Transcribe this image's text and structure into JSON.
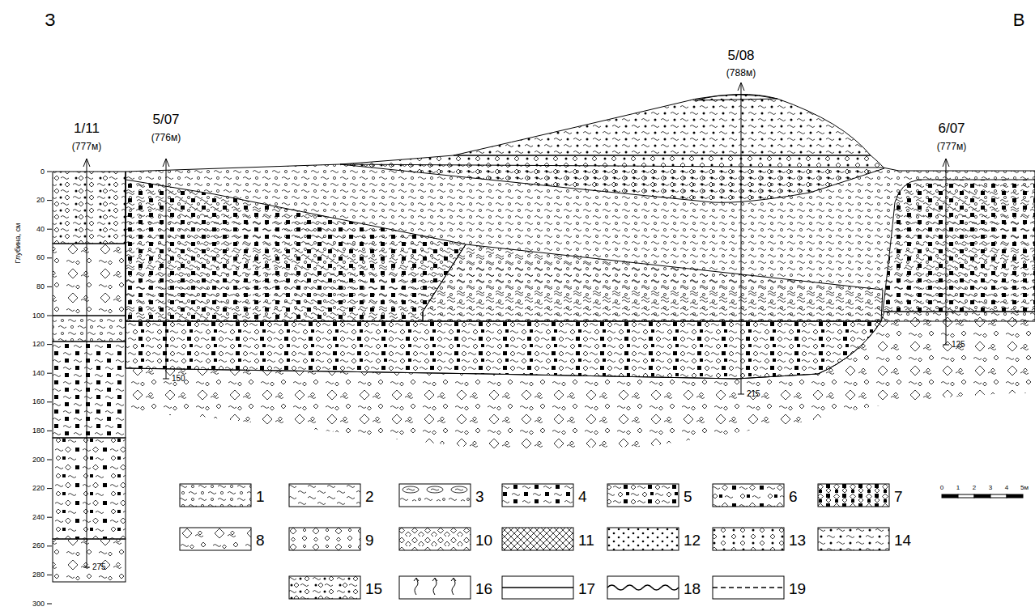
{
  "diagram": {
    "labels": [
      "З",
      "В",
      "1/11",
      "(777м)",
      "5/07",
      "(776м)",
      "5/08",
      "(788м)",
      "6/07",
      "(777м)",
      "150",
      "215",
      "125",
      "275",
      "Глубина, см",
      "0",
      "20",
      "40",
      "60",
      "80",
      "100",
      "120",
      "140",
      "160",
      "180",
      "200",
      "220",
      "240",
      "260",
      "280",
      "300",
      "0",
      "1",
      "2",
      "3",
      "4",
      "5м"
    ],
    "legend": [
      {
        "text": "1"
      },
      {
        "text": "2"
      },
      {
        "text": "3"
      },
      {
        "text": "4"
      },
      {
        "text": "5"
      },
      {
        "text": "6"
      },
      {
        "text": "7"
      },
      {
        "text": "8"
      },
      {
        "text": "9"
      },
      {
        "text": "10"
      },
      {
        "text": "11"
      },
      {
        "text": "12"
      },
      {
        "text": "13"
      },
      {
        "text": "14"
      },
      {
        "text": "15"
      },
      {
        "text": "16"
      },
      {
        "text": "17"
      },
      {
        "text": "18"
      },
      {
        "text": "19"
      }
    ]
  }
}
